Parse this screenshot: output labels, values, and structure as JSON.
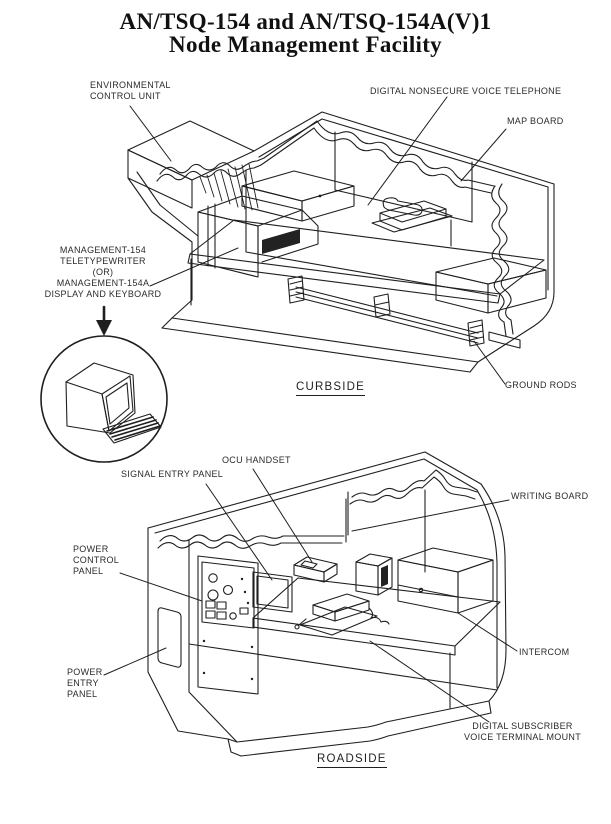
{
  "colors": {
    "ink": "#1f1f1f",
    "paper": "#ffffff"
  },
  "title": {
    "line1": "AN/TSQ-154 and AN/TSQ-154A(V)1",
    "line2": "Node Management Facility"
  },
  "curbside": {
    "view_label": "CURBSIDE",
    "labels": {
      "environmental_control_unit": "ENVIRONMENTAL\nCONTROL UNIT",
      "digital_nonsecure_voice_telephone": "DIGITAL NONSECURE VOICE TELEPHONE",
      "map_board": "MAP BOARD",
      "management_terminal": "MANAGEMENT-154\nTELETYPEWRITER\n(OR)\nMANAGEMENT-154A\nDISPLAY AND KEYBOARD",
      "ground_rods": "GROUND RODS"
    }
  },
  "roadside": {
    "view_label": "ROADSIDE",
    "labels": {
      "ocu_handset": "OCU HANDSET",
      "signal_entry_panel": "SIGNAL ENTRY PANEL",
      "writing_board": "WRITING BOARD",
      "power_control_panel": "POWER\nCONTROL\nPANEL",
      "power_entry_panel": "POWER\nENTRY\nPANEL",
      "intercom": "INTERCOM",
      "digital_subscriber_voice_terminal_mount": "DIGITAL SUBSCRIBER\nVOICE TERMINAL MOUNT"
    }
  }
}
